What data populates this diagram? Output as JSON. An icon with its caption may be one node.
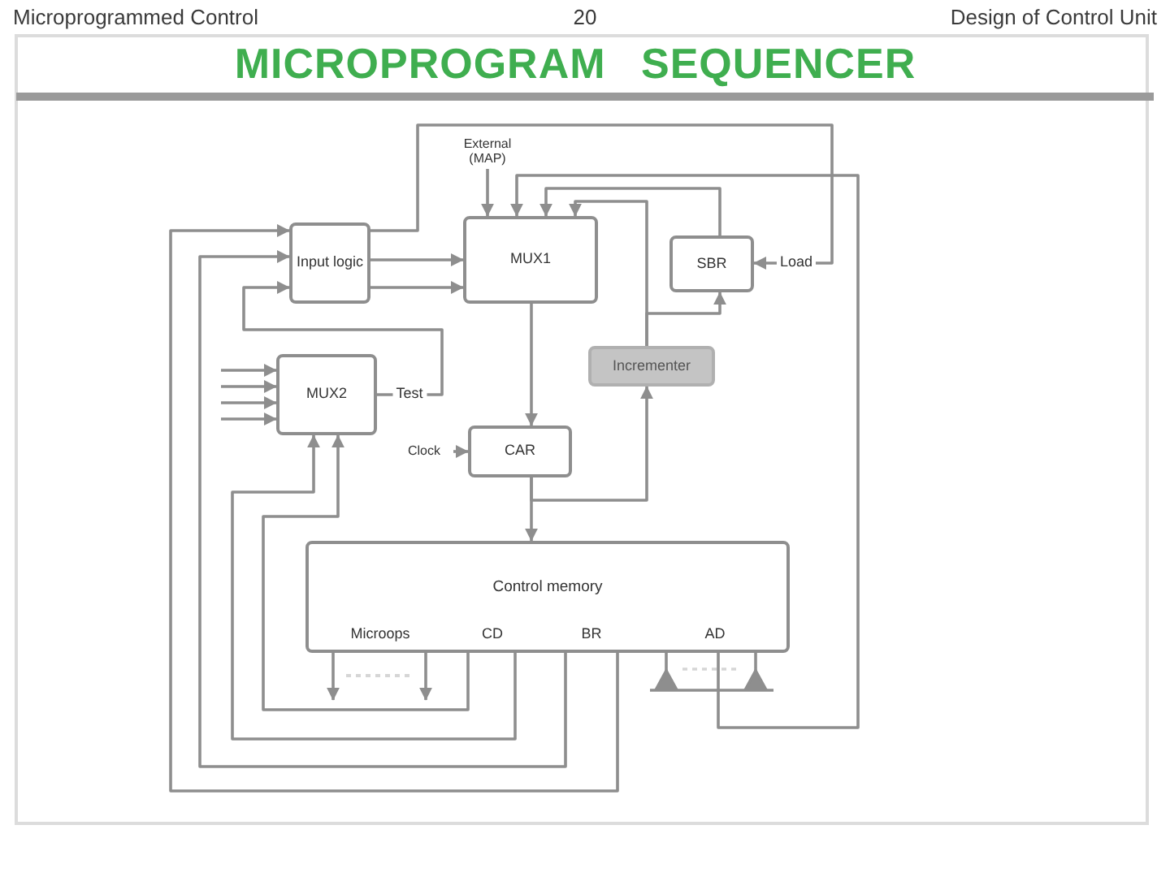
{
  "diagram": {
    "title": "MICROPROGRAM SEQUENCER",
    "nodes": [
      {
        "text": [
          "External (MAP)"
        ]
      },
      {
        "text": [
          "Input logic"
        ]
      },
      {
        "text": [
          "MUX1"
        ]
      },
      {
        "text": [
          "SBR"
        ]
      },
      {
        "text": [
          "MUX2"
        ]
      },
      {
        "text": [
          "Incrementer"
        ]
      },
      {
        "text": [
          "CAR"
        ]
      },
      {
        "text": [
          "Clock"
        ]
      },
      {
        "text": [
          "Control memory"
        ]
      },
      {
        "text": [
          "Microops"
        ],
        "in": 8
      },
      {
        "text": [
          "CD"
        ],
        "in": 8
      },
      {
        "text": [
          "BR"
        ],
        "in": 8
      },
      {
        "text": [
          "AD"
        ],
        "in": 8
      }
    ],
    "edges": [
      {
        "from": 0,
        "to": 2,
        "arrow": "to"
      },
      {
        "from": 1,
        "to": 2,
        "arrow": "to"
      },
      {
        "from": 1,
        "to": 2,
        "arrow": "to"
      },
      {
        "from": 1,
        "to": 3,
        "arrow": "to",
        "label": "Load"
      },
      {
        "from": 4,
        "to": 1,
        "arrow": "to",
        "label": "Test"
      },
      {
        "from": 10,
        "to": 4,
        "arrow": "to"
      },
      {
        "from": 10,
        "to": 4,
        "arrow": "to"
      },
      {
        "from": 11,
        "to": 1,
        "arrow": "to"
      },
      {
        "from": 11,
        "to": 1,
        "arrow": "to"
      },
      {
        "from": 12,
        "to": 2,
        "arrow": "to"
      },
      {
        "from": 3,
        "to": 2,
        "arrow": "to"
      },
      {
        "from": 5,
        "to": 2,
        "arrow": "to"
      },
      {
        "from": 5,
        "to": 3,
        "arrow": "to"
      },
      {
        "from": 2,
        "to": 6,
        "arrow": "to"
      },
      {
        "from": 6,
        "to": 8,
        "arrow": "to"
      },
      {
        "from": 6,
        "to": 5,
        "arrow": "to"
      },
      {
        "from": 7,
        "to": 6,
        "arrow": "to"
      },
      {
        "from": 9,
        "to": null,
        "arrow": "to"
      },
      {
        "from": 9,
        "to": null,
        "arrow": "to"
      },
      {
        "from": null,
        "to": 4,
        "arrow": "to"
      },
      {
        "from": null,
        "to": 4,
        "arrow": "to"
      },
      {
        "from": null,
        "to": 4,
        "arrow": "to"
      },
      {
        "from": null,
        "to": 4,
        "arrow": "to"
      }
    ],
    "labels": [
      "Microprogrammed Control",
      "20",
      "Design of Control Unit"
    ]
  }
}
